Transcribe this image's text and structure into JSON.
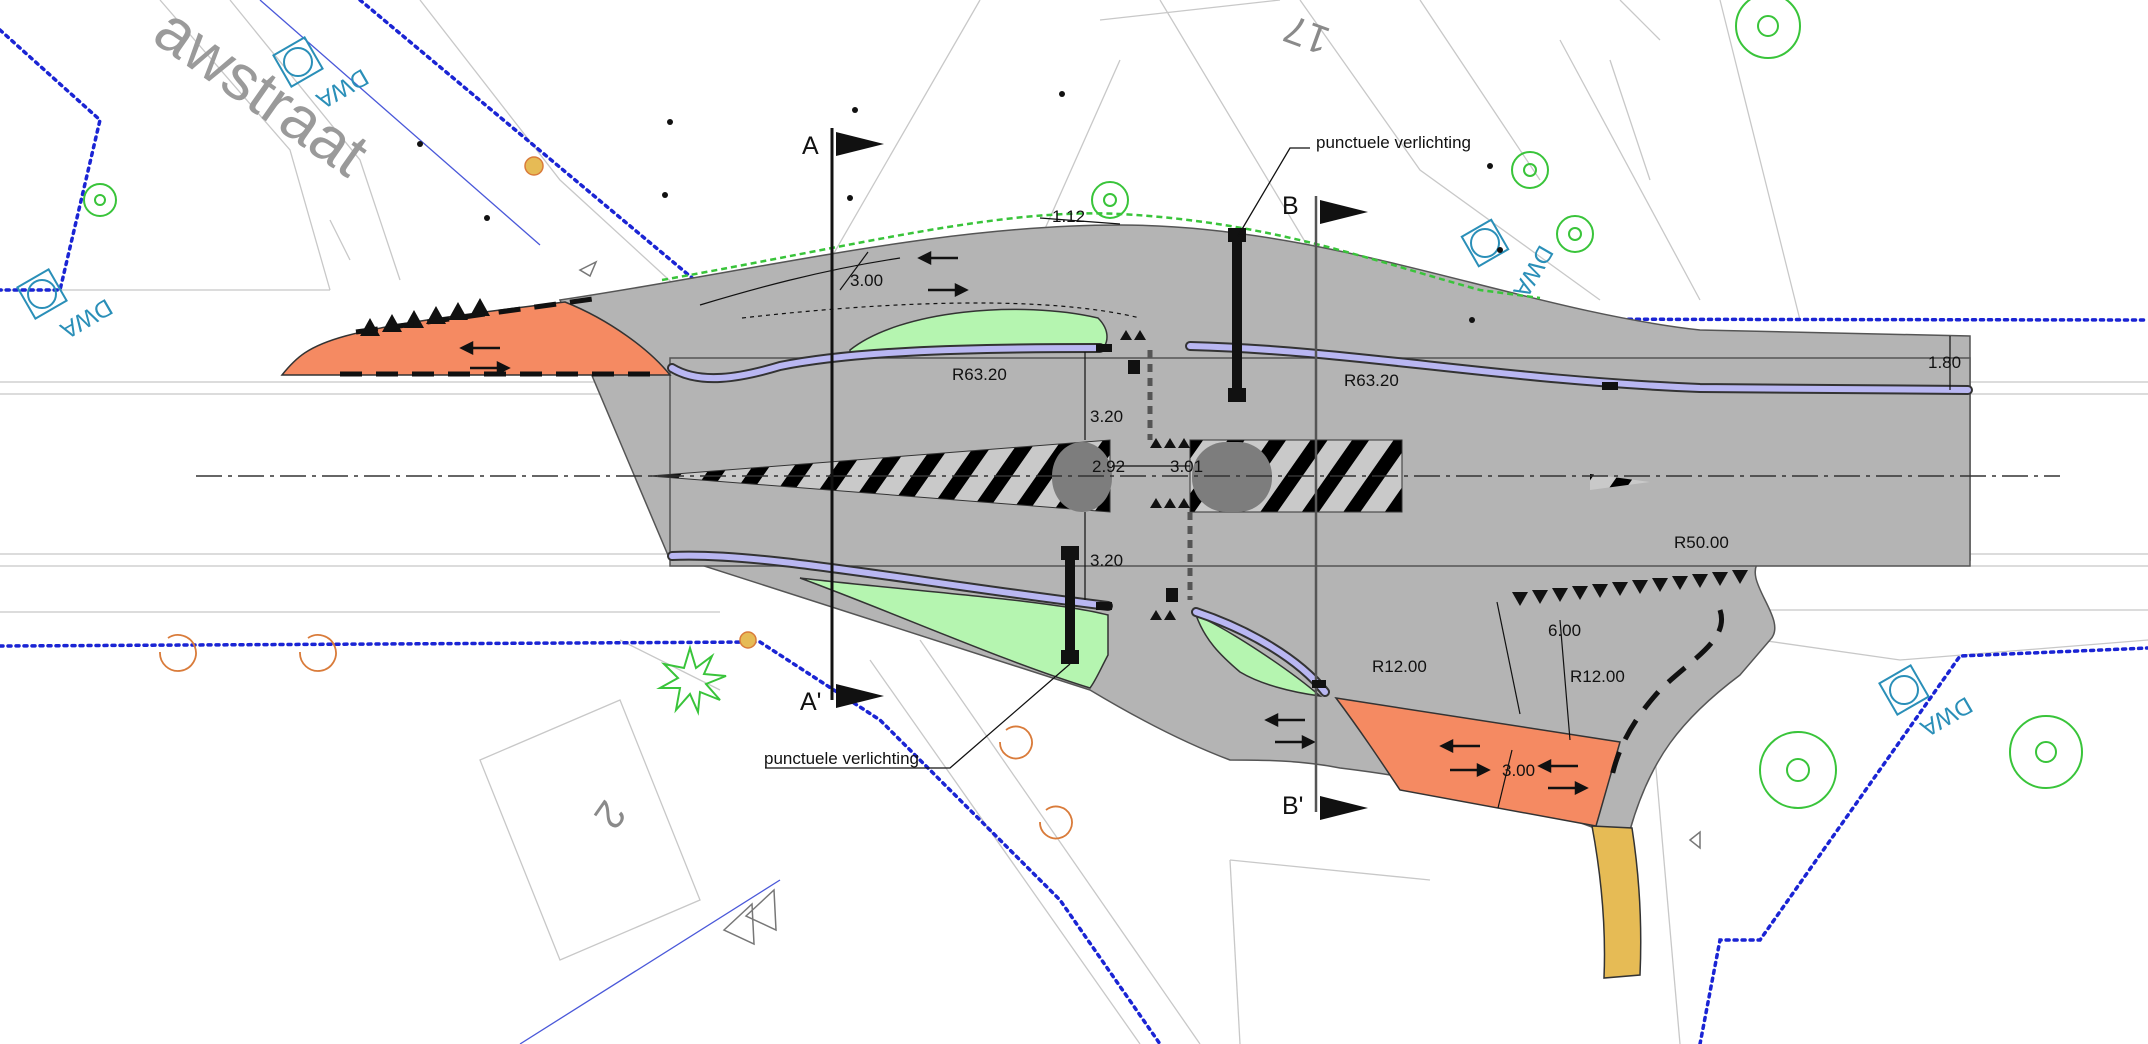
{
  "street_name": "awstraat",
  "parcel_numbers": {
    "north": "17",
    "south": "2"
  },
  "sections": {
    "a_top": "A",
    "a_bottom": "A'",
    "b_top": "B",
    "b_bottom": "B'"
  },
  "callouts": {
    "lighting_top": "punctuele verlichting",
    "lighting_bottom": "punctuele verlichting"
  },
  "dimensions": {
    "d_112": "1.12",
    "d_300_top": "3.00",
    "d_180": "1.80",
    "d_320_top": "3.20",
    "d_292": "2.92",
    "d_301": "3.01",
    "d_320_bottom": "3.20",
    "d_600": "6.00",
    "d_300_bottom": "3.00"
  },
  "radii": {
    "r_left": "R63.20",
    "r_right": "R63.20",
    "r_50": "R50.00",
    "r_12_a": "R12.00",
    "r_12_b": "R12.00"
  },
  "utility_tags": [
    "DWA",
    "DWA",
    "DWA",
    "DWA"
  ],
  "colors": {
    "asphalt": "#b4b4b4",
    "red_surface": "#f58a62",
    "green_island": "#b5f5b0",
    "bike_lane": "#b9b7f2",
    "yellow_surface": "#e6bb55",
    "sewer_line": "#1a24d4",
    "hedge_line": "#39c43a",
    "utility_blue": "#2a8fb8",
    "orange_marker": "#d97b3a"
  }
}
